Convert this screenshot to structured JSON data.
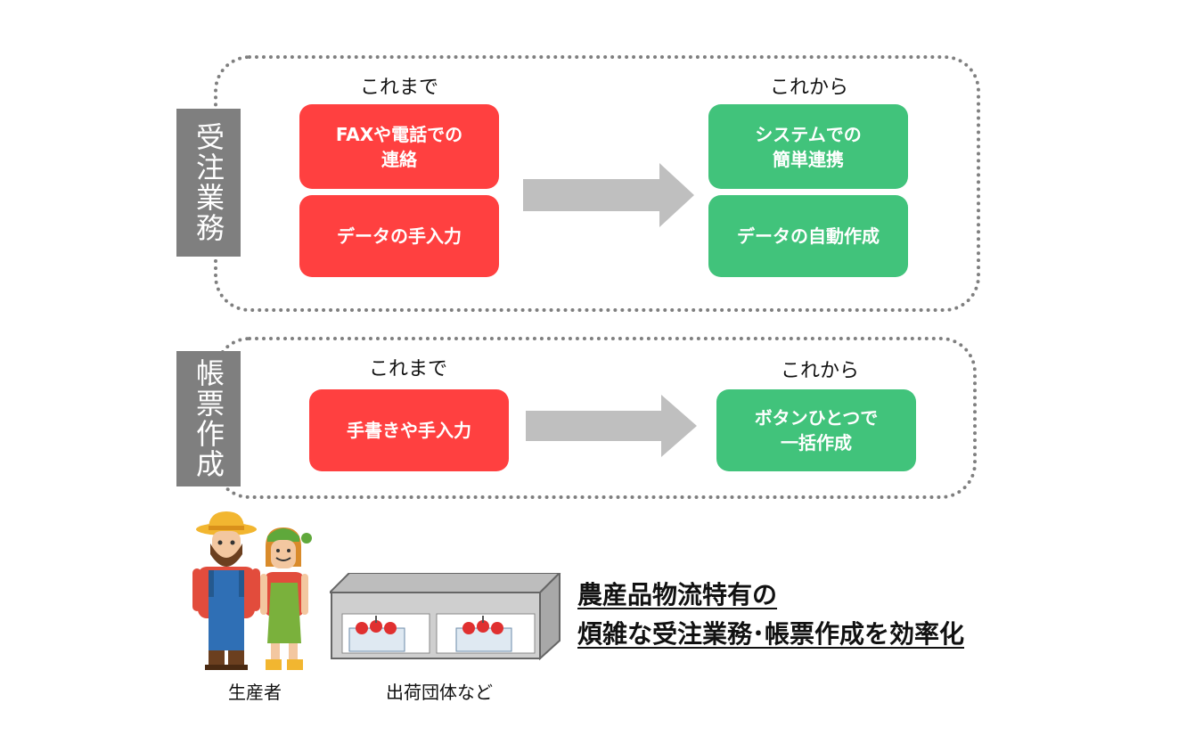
{
  "order_section": {
    "tag": "受注業務",
    "before_label": "これまで",
    "after_label": "これから",
    "before_items": [
      "FAXや電話での\n連絡",
      "データの手入力"
    ],
    "after_items": [
      "システムでの\n簡単連携",
      "データの自動作成"
    ]
  },
  "document_section": {
    "tag": "帳票作成",
    "before_label": "これまで",
    "after_label": "これから",
    "before_items": [
      "手書きや手入力"
    ],
    "after_items": [
      "ボタンひとつで\n一括作成"
    ]
  },
  "footer": {
    "producer_label": "生産者",
    "shipper_label": "出荷団体など",
    "headline_line1": "農産品物流特有の",
    "headline_line2": "煩雑な受注業務･帳票作成を効率化"
  },
  "colors": {
    "before": "#ff4040",
    "after": "#41c37b",
    "tag": "#7f7f7f",
    "arrow": "#bfbfbf"
  }
}
